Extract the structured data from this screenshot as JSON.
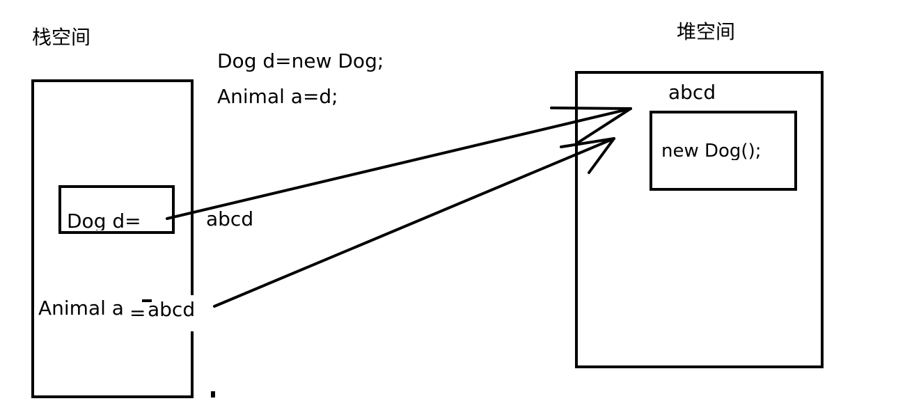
{
  "stack": {
    "title": "栈空间",
    "var_d": "Dog d=",
    "var_a": "Animal a",
    "var_a_eq": "=",
    "var_a_value": "abcd"
  },
  "heap": {
    "title": "堆空间",
    "address": "abcd",
    "object": "new Dog();"
  },
  "code": {
    "line1": "Dog d=new Dog;",
    "line2": "Animal a=d;"
  },
  "reference_label": "abcd"
}
